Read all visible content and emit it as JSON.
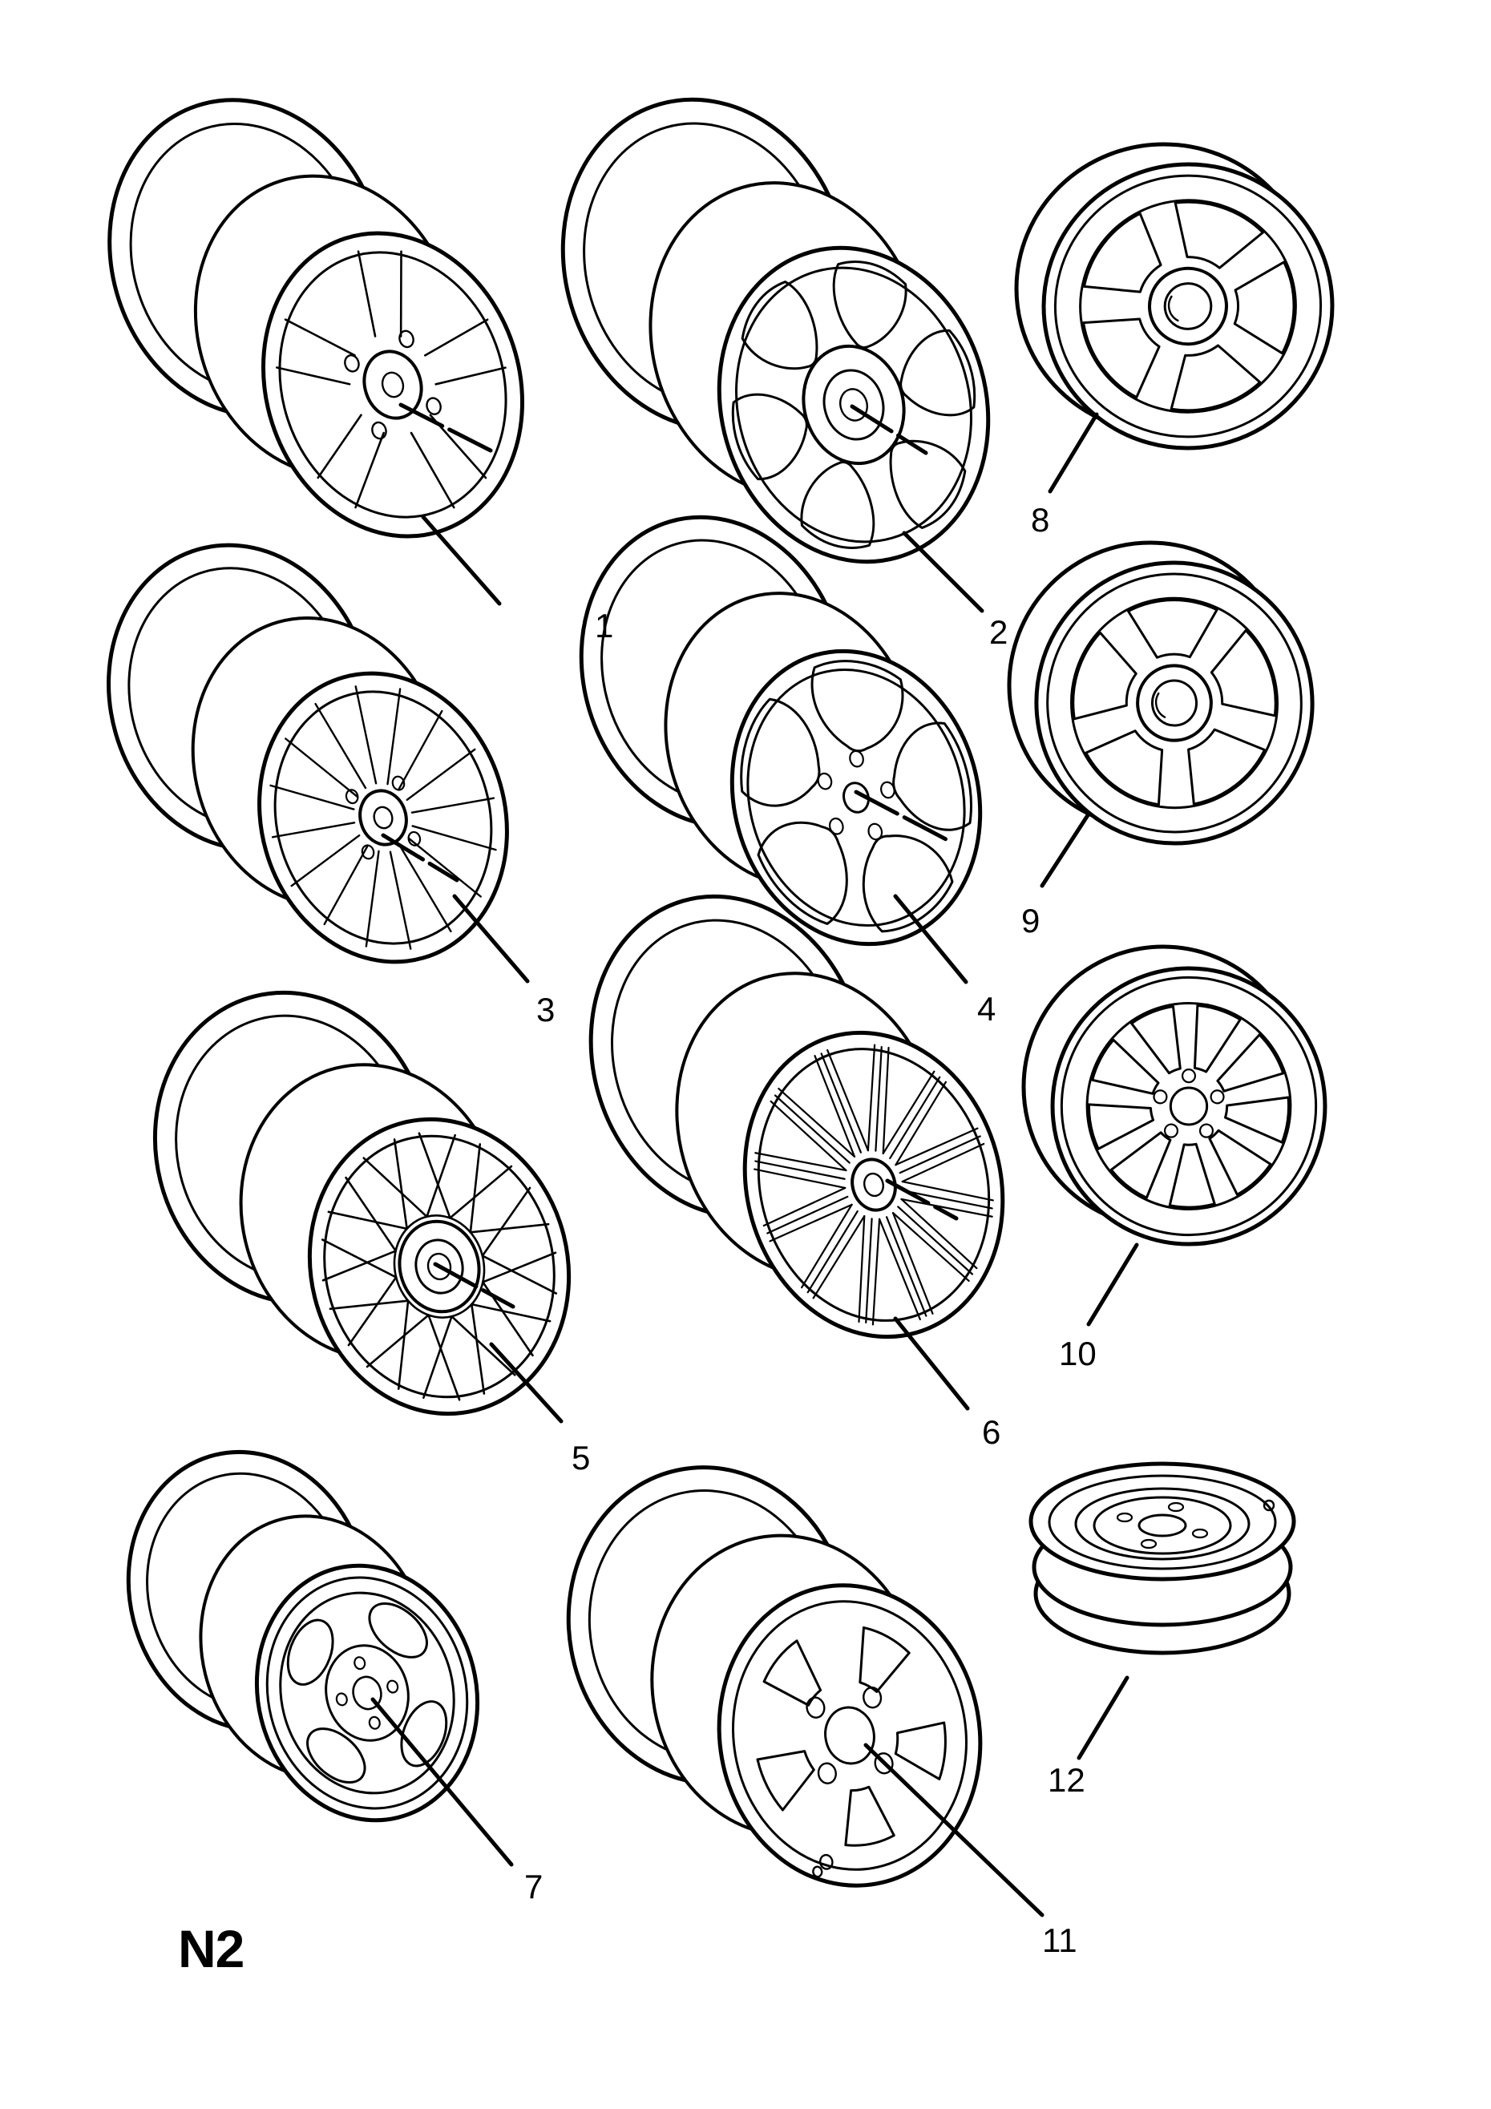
{
  "page": {
    "code": "N2",
    "ink": "#000000",
    "paper": "#ffffff"
  },
  "callouts": [
    {
      "part": "1",
      "wheel": "twin-five-spoke-alloy-wheel"
    },
    {
      "part": "2",
      "wheel": "six-spoke-alloy-wheel"
    },
    {
      "part": "3",
      "wheel": "multi-spoke-alloy-wheel"
    },
    {
      "part": "4",
      "wheel": "five-window-alloy-wheel"
    },
    {
      "part": "5",
      "wheel": "lattice-mesh-alloy-wheel"
    },
    {
      "part": "6",
      "wheel": "wire-spoke-alloy-wheel"
    },
    {
      "part": "7",
      "wheel": "slotted-steel-wheel"
    },
    {
      "part": "8",
      "wheel": "five-spoke-star-alloy-wheel"
    },
    {
      "part": "9",
      "wheel": "five-spoke-star-alloy-wheel"
    },
    {
      "part": "10",
      "wheel": "nine-spoke-alloy-wheel"
    },
    {
      "part": "11",
      "wheel": "five-spoke-deep-dish-alloy-wheel"
    },
    {
      "part": "12",
      "wheel": "pressed-steel-spare-wheel"
    }
  ]
}
